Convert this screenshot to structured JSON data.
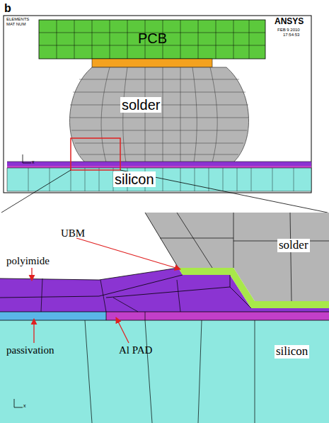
{
  "diagram": {
    "nodes": [
      {
        "text": [
          "PCB"
        ]
      },
      {
        "text": [
          "solder"
        ]
      },
      {
        "text": [
          "silicon"
        ]
      },
      {
        "text": [
          "solder"
        ]
      },
      {
        "text": [
          "silicon"
        ]
      }
    ],
    "labels": [
      "b",
      "ELEMENTS",
      "MAT NUM",
      "ANSYS",
      "FEB 9 2010",
      "17:54:53",
      "x",
      "UBM",
      "polyimide",
      "passivation",
      "Al PAD",
      "x"
    ]
  }
}
